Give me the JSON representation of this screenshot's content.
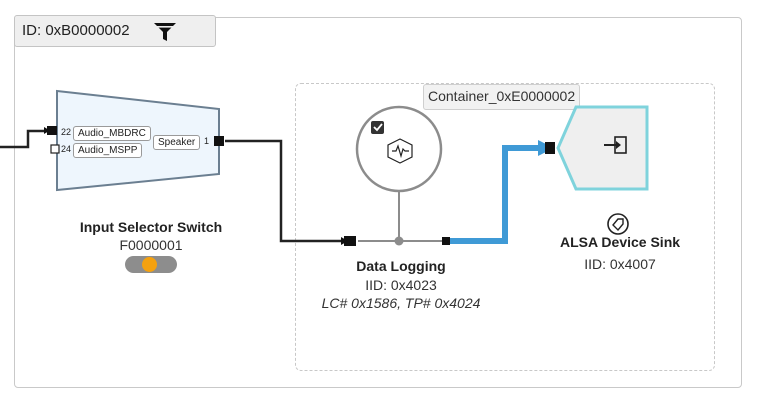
{
  "header": {
    "id_label": "ID: 0xB0000002",
    "filter_icon": "filter-icon"
  },
  "container": {
    "label": "Container_0xE0000002"
  },
  "nodes": {
    "input_selector": {
      "title": "Input Selector Switch",
      "id": "F0000001",
      "inputs": [
        {
          "pin": "22",
          "label": "Audio_MBDRC",
          "connected": true
        },
        {
          "pin": "24",
          "label": "Audio_MSPP",
          "connected": false
        }
      ],
      "output": {
        "label": "Speaker",
        "pin": "1"
      },
      "toggle_state": "on",
      "toggle_color": "#f5a10f"
    },
    "data_logging": {
      "title": "Data Logging",
      "iid": "IID: 0x4023",
      "lc_tp": "LC# 0x1586,  TP# 0x4024",
      "icon": "waveform-cube-icon",
      "checkbox_checked": true
    },
    "alsa_sink": {
      "title": "ALSA Device Sink",
      "iid": "IID: 0x4007",
      "icon": "sink-input-icon",
      "tag_icon": "tag-icon",
      "accent": "#7fd3dc"
    }
  },
  "colors": {
    "active_link": "#3f9ad6",
    "link": "#222222"
  }
}
